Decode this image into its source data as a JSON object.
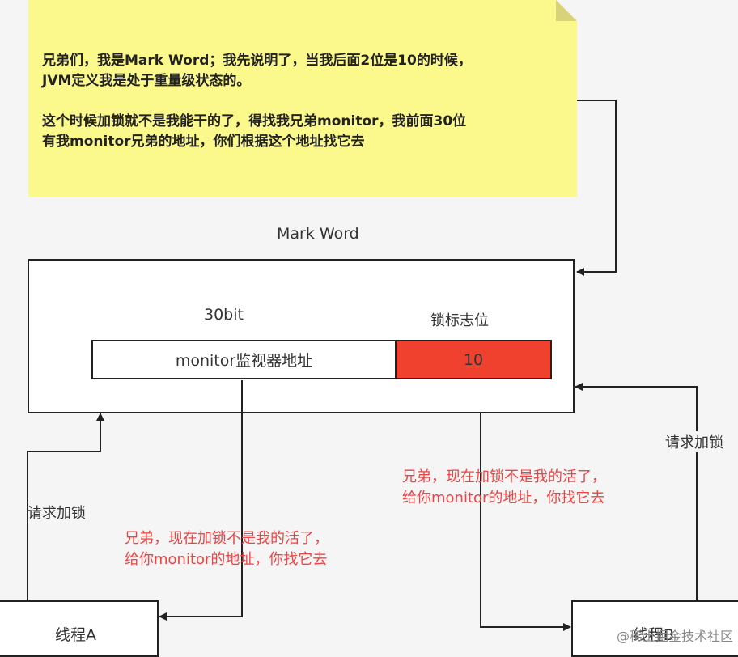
{
  "note": {
    "lines": [
      "兄弟们，我是Mark Word；我先说明了，当我后面2位是10的时候，\nJVM定义我是处于重量级状态的。",
      "这个时候加锁就不是我能干的了，得找我兄弟monitor，我前面30位\n有我monitor兄弟的地址，你们根据这个地址找它去"
    ]
  },
  "mark_word": {
    "title": "Mark Word",
    "label_30bit": "30bit",
    "label_flag": "锁标志位",
    "monitor_field": "monitor监视器地址",
    "flag_value": "10",
    "flag_color": "#f0402e"
  },
  "threads": {
    "a": "线程A",
    "b": "线程B"
  },
  "requests": {
    "a": "请求加锁",
    "b": "请求加锁"
  },
  "responses": {
    "a": "兄弟，现在加锁不是我的活了，\n给你monitor的地址，你找它去",
    "b": "兄弟，现在加锁不是我的活了，\n给你monitor的地址，你找它去"
  },
  "watermark": "@稀土掘金技术社区",
  "colors": {
    "note_bg": "#fbf88c",
    "response_text": "#ee4444"
  }
}
